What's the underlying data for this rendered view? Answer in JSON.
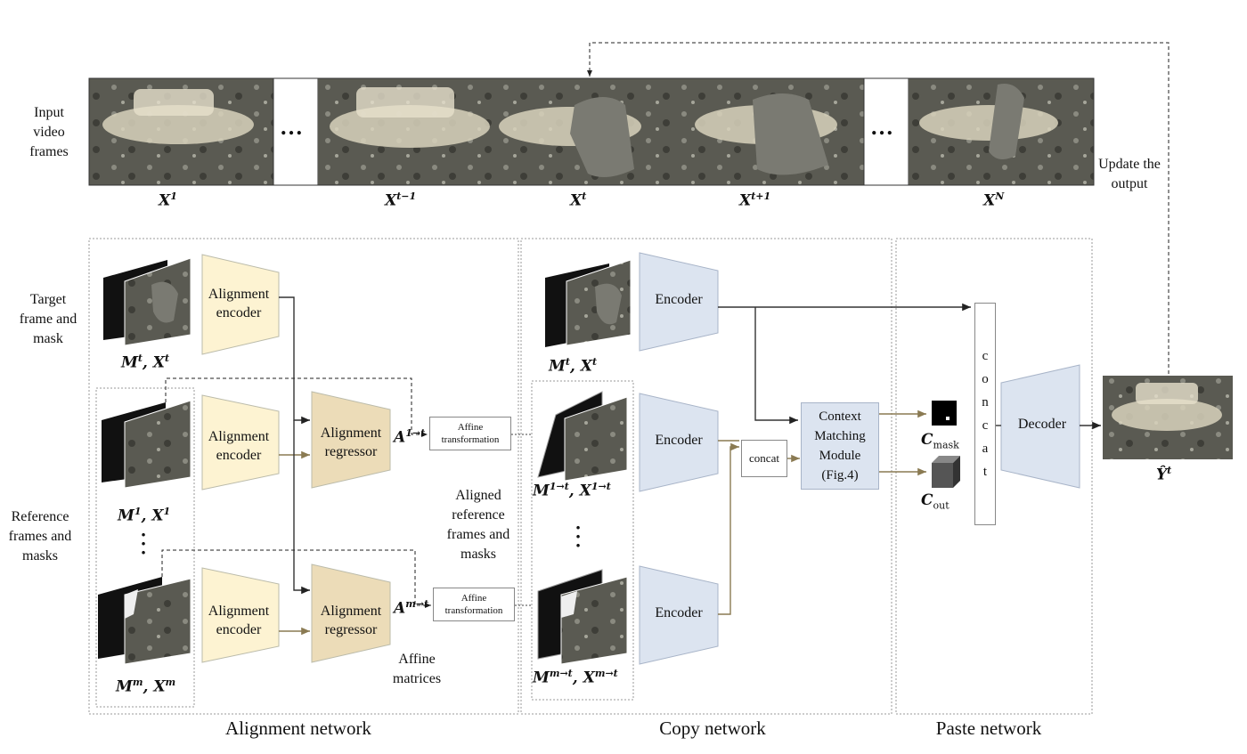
{
  "top": {
    "input_label": "Input video frames",
    "frame_labels": [
      {
        "base": "X",
        "sup": "1"
      },
      {
        "base": "X",
        "sup": "t−1"
      },
      {
        "base": "X",
        "sup": "t"
      },
      {
        "base": "X",
        "sup": "t+1"
      },
      {
        "base": "X",
        "sup": "N"
      }
    ],
    "ellipsis": "…",
    "update_label": "Update the output"
  },
  "left_labels": {
    "target": "Target frame and mask",
    "reference": "Reference frames and masks"
  },
  "alignment": {
    "encoder_label": "Alignment encoder",
    "regressor_label": "Alignment regressor",
    "target_input": {
      "base": "M",
      "sup": "t",
      "sep": ", ",
      "base2": "X",
      "sup2": "t"
    },
    "ref1_input": {
      "base": "M",
      "sup": "1",
      "sep": ", ",
      "base2": "X",
      "sup2": "1"
    },
    "refm_input": {
      "base": "M",
      "sup": "m",
      "sep": ", ",
      "base2": "X",
      "sup2": "m"
    },
    "matrix_1": {
      "base": "A",
      "sup": "1→t"
    },
    "matrix_m": {
      "base": "A",
      "sup": "m→t"
    },
    "affine_matrices": "Affine matrices",
    "aligned_label": "Aligned reference frames and masks",
    "section_title": "Alignment network"
  },
  "affine_box": "Affine transformation",
  "copy": {
    "encoder_label": "Encoder",
    "target_input": {
      "base": "M",
      "sup": "t",
      "sep": ", ",
      "base2": "X",
      "sup2": "t"
    },
    "aligned_1": {
      "base": "M",
      "sup": "1→t",
      "sep": ", ",
      "base2": "X",
      "sup2": "1→t"
    },
    "aligned_m": {
      "base": "M",
      "sup": "m→t",
      "sep": ", ",
      "base2": "X",
      "sup2": "m→t"
    },
    "concat_label": "concat",
    "cmm_label": "Context Matching Module (Fig.4)",
    "c_mask": {
      "base": "C",
      "sub": "mask"
    },
    "c_out": {
      "base": "C",
      "sub": "out"
    },
    "section_title": "Copy network"
  },
  "paste": {
    "concat_vertical": "concat",
    "decoder_label": "Decoder",
    "output": {
      "base": "Ŷ",
      "sup": "t"
    },
    "section_title": "Paste network"
  },
  "colors": {
    "alignment_fill": "#fdf3d2",
    "regressor_fill": "#ecdcb8",
    "copy_fill": "#dce4f0",
    "arrow_brown": "#8a7a52"
  }
}
